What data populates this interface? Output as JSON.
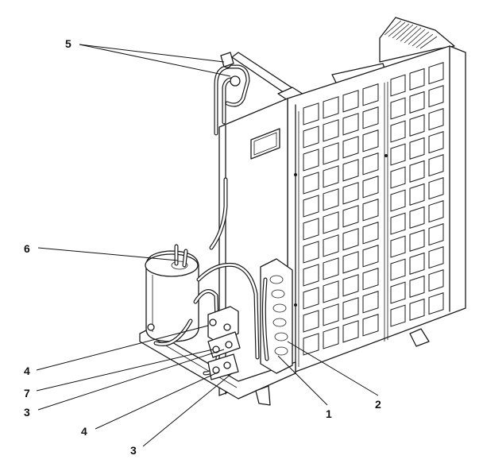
{
  "callouts": [
    {
      "label": "5"
    },
    {
      "label": "6"
    },
    {
      "label": "4"
    },
    {
      "label": "7"
    },
    {
      "label": "3"
    },
    {
      "label": "4"
    },
    {
      "label": "3"
    },
    {
      "label": "1"
    },
    {
      "label": "2"
    }
  ]
}
